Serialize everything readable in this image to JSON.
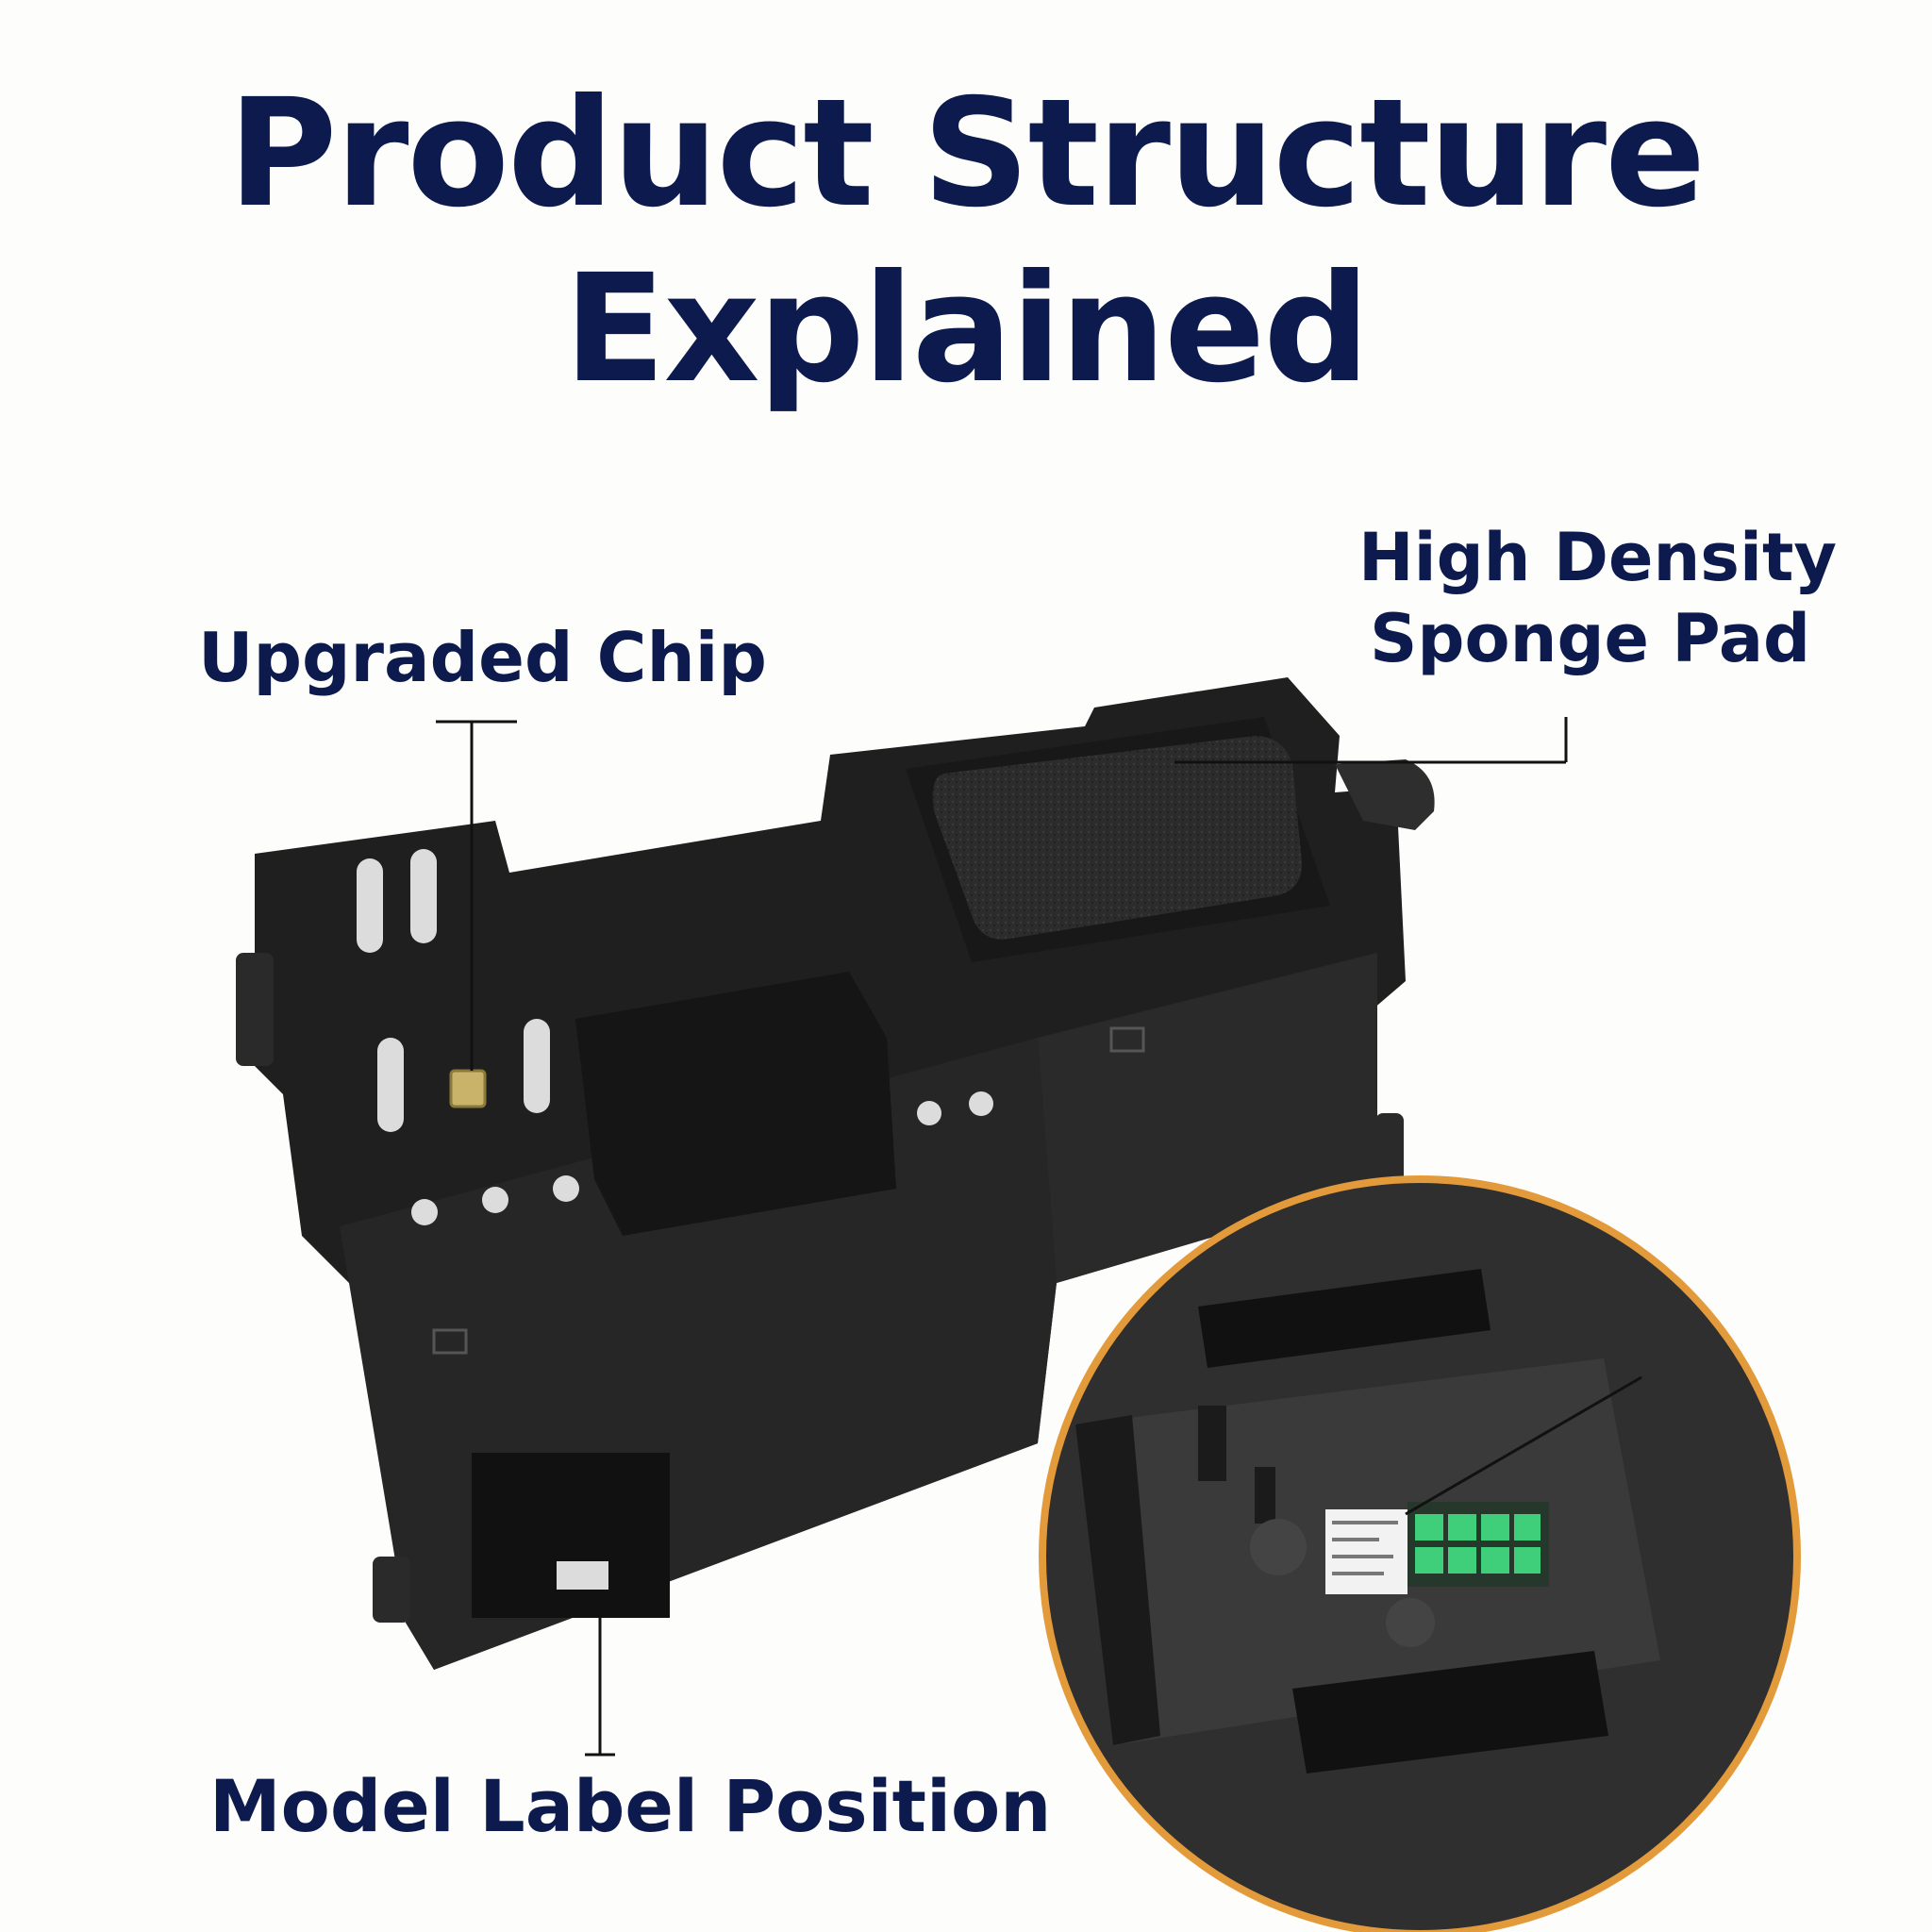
{
  "title": {
    "line1": "Product Structure",
    "line2": "Explained"
  },
  "callouts": {
    "chip": "Upgraded Chip",
    "sponge_line1": "High Density",
    "sponge_line2": "Sponge Pad",
    "model_label": "Model Label Position"
  },
  "colors": {
    "title_text": "#0c1a4e",
    "product_body": "#1f1f1f",
    "inset_ring": "#e39a3a",
    "chip_contacts": "#3fcf7a"
  }
}
